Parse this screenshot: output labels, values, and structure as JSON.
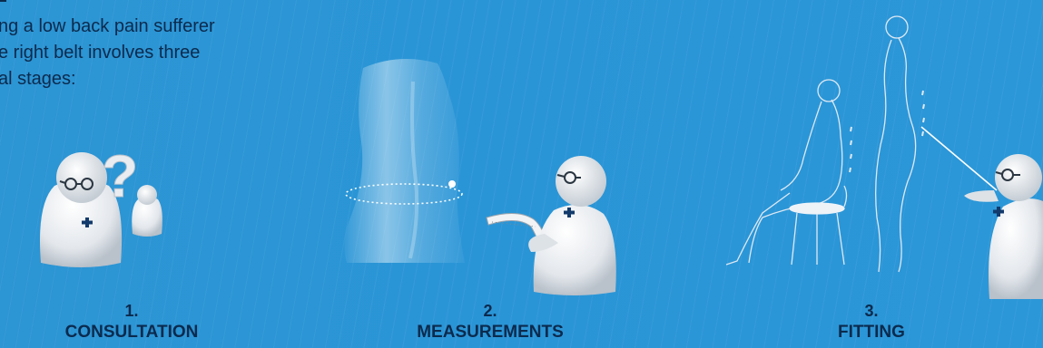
{
  "intro": {
    "lines": [
      "ng a low back pain sufferer",
      "e right belt involves three",
      "al stages:"
    ]
  },
  "steps": [
    {
      "number": "1.",
      "label": "CONSULTATION"
    },
    {
      "number": "2.",
      "label": "MEASUREMENTS"
    },
    {
      "number": "3.",
      "label": "FITTING"
    }
  ],
  "icons": {
    "question_mark": "?",
    "cross": "+"
  },
  "colors": {
    "background": "#2993d3",
    "text": "#0b2a4d",
    "figure": "#e8ebef",
    "cross": "#123a6b"
  }
}
